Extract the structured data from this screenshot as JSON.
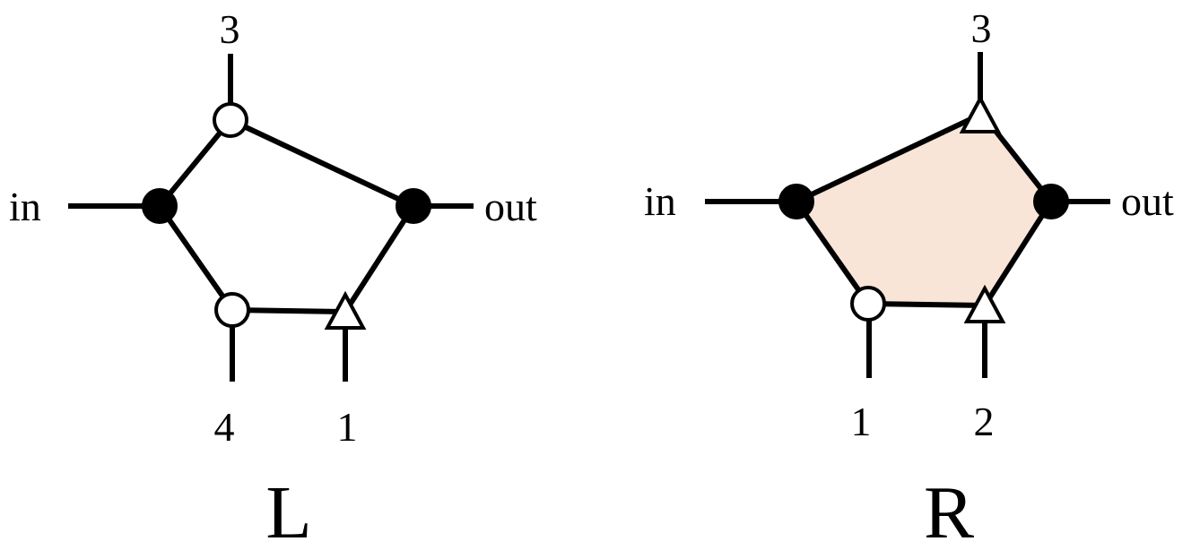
{
  "colors": {
    "line": "#000000",
    "filled_node": "#000000",
    "open_node": "#ffffff",
    "r_region_fill": "#f9e5d7"
  },
  "left": {
    "name": "L",
    "labels": {
      "in": "in",
      "out": "out",
      "top": "3",
      "bottom_left": "4",
      "bottom_right": "1"
    }
  },
  "right": {
    "name": "R",
    "labels": {
      "in": "in",
      "out": "out",
      "top": "3",
      "bottom_left": "1",
      "bottom_right": "2"
    }
  }
}
